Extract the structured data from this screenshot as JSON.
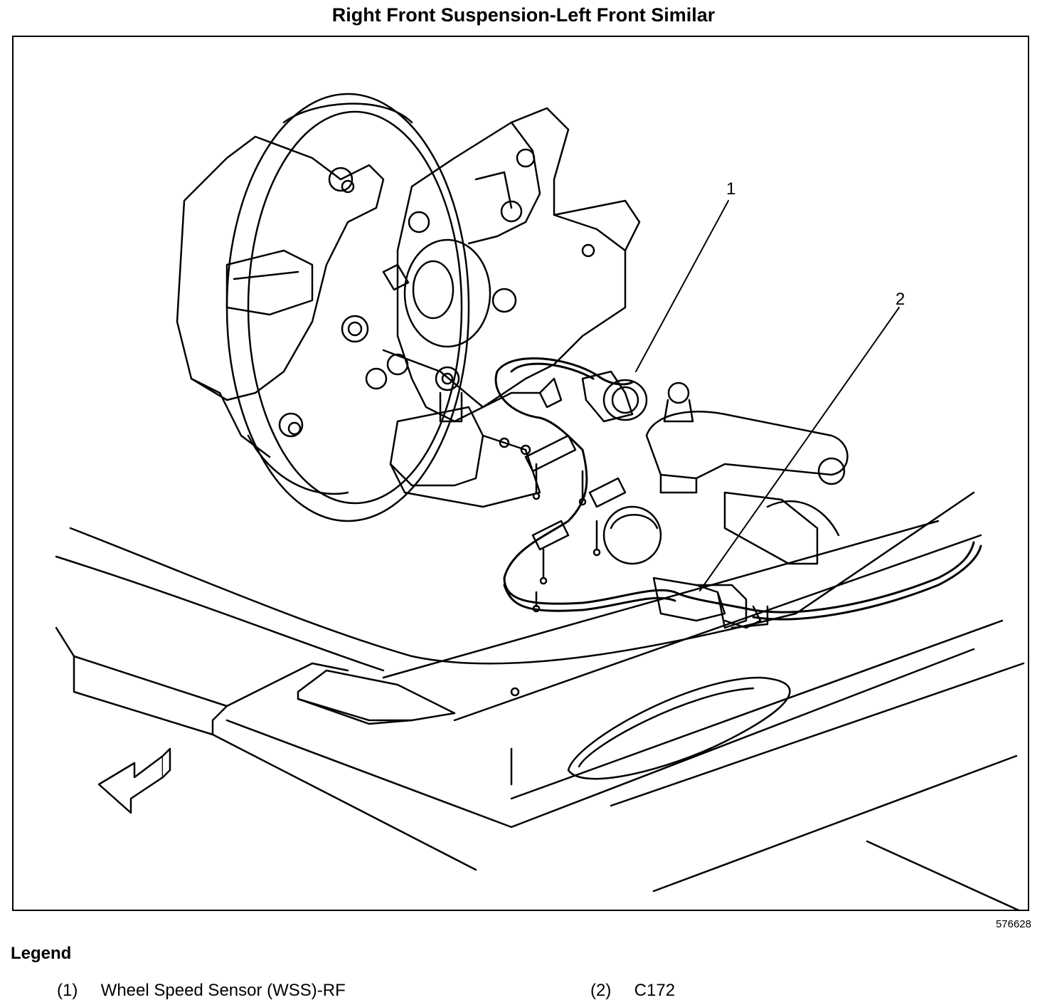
{
  "diagram": {
    "title": "Right Front Suspension-Left Front Similar",
    "figure_id": "576628",
    "callouts": [
      {
        "label": "1"
      },
      {
        "label": "2"
      }
    ]
  },
  "legend": {
    "heading": "Legend",
    "items": [
      {
        "num": "(1)",
        "text": "Wheel Speed Sensor (WSS)-RF"
      },
      {
        "num": "(2)",
        "text": "C172"
      }
    ]
  }
}
